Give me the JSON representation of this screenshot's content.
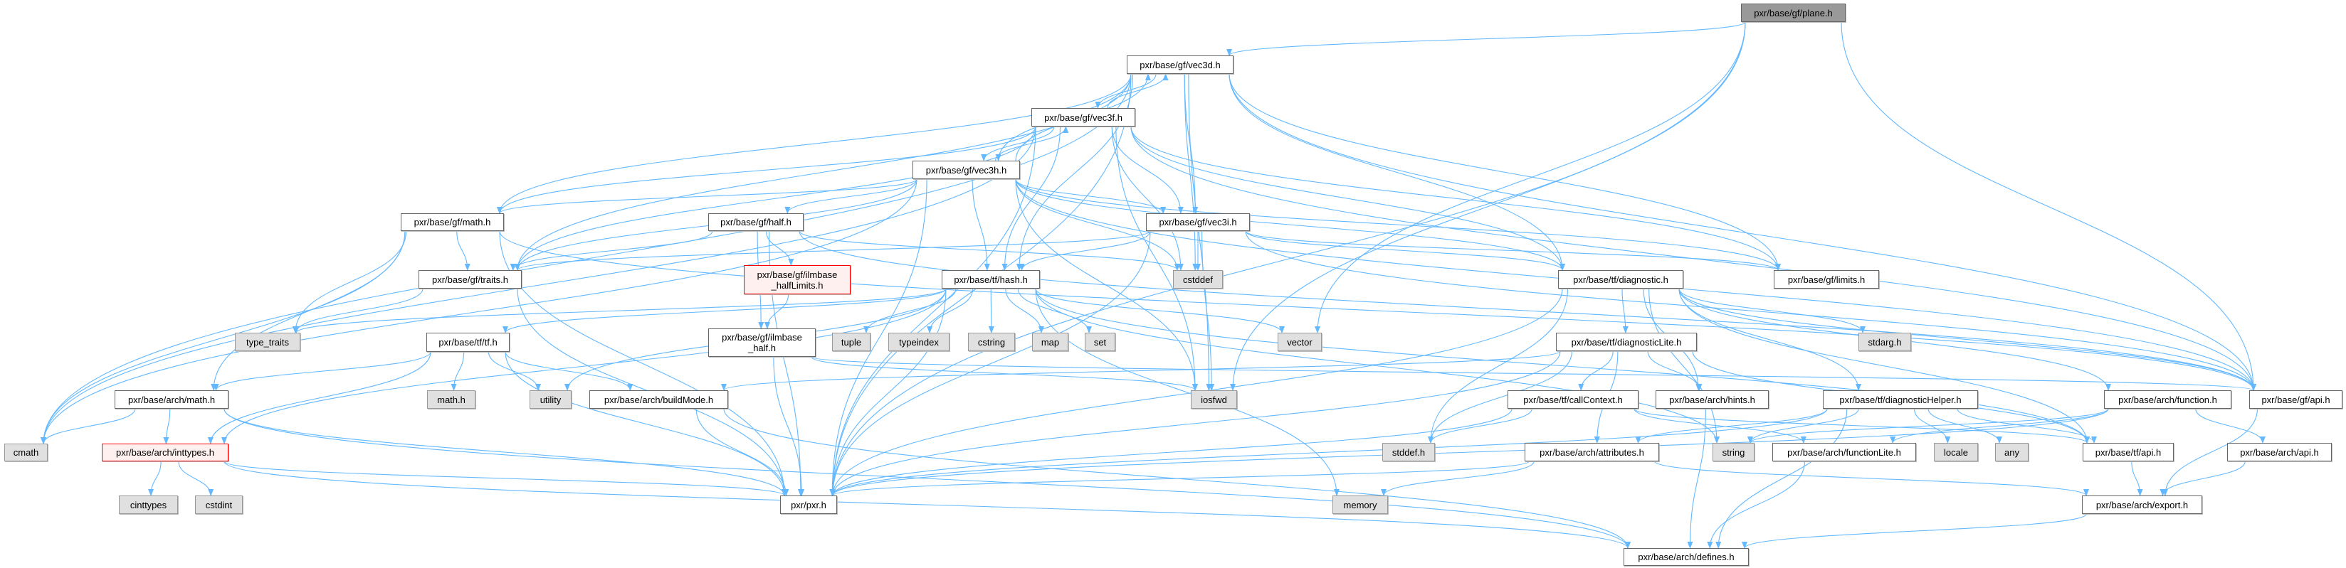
{
  "title": "pxr/base/gf/plane.h include dependency graph",
  "edge_color": "#63b8ff",
  "nodes": {
    "plane": {
      "label": "pxr/base/gf/plane.h",
      "kind": "root"
    },
    "vec3d": {
      "label": "pxr/base/gf/vec3d.h",
      "kind": "normal"
    },
    "vec3f": {
      "label": "pxr/base/gf/vec3f.h",
      "kind": "normal"
    },
    "vec3h": {
      "label": "pxr/base/gf/vec3h.h",
      "kind": "normal"
    },
    "gfmath": {
      "label": "pxr/base/gf/math.h",
      "kind": "normal"
    },
    "half": {
      "label": "pxr/base/gf/half.h",
      "kind": "normal"
    },
    "vec3i": {
      "label": "pxr/base/gf/vec3i.h",
      "kind": "normal"
    },
    "traits": {
      "label": "pxr/base/gf/traits.h",
      "kind": "normal"
    },
    "halflimits": {
      "label": "pxr/base/gf/ilmbase\n_halfLimits.h",
      "kind": "red"
    },
    "hash": {
      "label": "pxr/base/tf/hash.h",
      "kind": "normal"
    },
    "cstddef": {
      "label": "cstddef",
      "kind": "ext"
    },
    "diagnostic": {
      "label": "pxr/base/tf/diagnostic.h",
      "kind": "normal"
    },
    "limits": {
      "label": "pxr/base/gf/limits.h",
      "kind": "normal"
    },
    "type_traits": {
      "label": "type_traits",
      "kind": "ext"
    },
    "tfh": {
      "label": "pxr/base/tf/tf.h",
      "kind": "normal"
    },
    "ilmhalf": {
      "label": "pxr/base/gf/ilmbase\n_half.h",
      "kind": "normal"
    },
    "tuple": {
      "label": "tuple",
      "kind": "ext"
    },
    "typeindex": {
      "label": "typeindex",
      "kind": "ext"
    },
    "cstring": {
      "label": "cstring",
      "kind": "ext"
    },
    "map": {
      "label": "map",
      "kind": "ext"
    },
    "set": {
      "label": "set",
      "kind": "ext"
    },
    "vector": {
      "label": "vector",
      "kind": "ext"
    },
    "diaglite": {
      "label": "pxr/base/tf/diagnosticLite.h",
      "kind": "normal"
    },
    "stdarg": {
      "label": "stdarg.h",
      "kind": "ext"
    },
    "archmath": {
      "label": "pxr/base/arch/math.h",
      "kind": "normal"
    },
    "mathh": {
      "label": "math.h",
      "kind": "ext"
    },
    "utility": {
      "label": "utility",
      "kind": "ext"
    },
    "buildmode": {
      "label": "pxr/base/arch/buildMode.h",
      "kind": "normal"
    },
    "iosfwd": {
      "label": "iosfwd",
      "kind": "ext"
    },
    "callcontext": {
      "label": "pxr/base/tf/callContext.h",
      "kind": "normal"
    },
    "hints": {
      "label": "pxr/base/arch/hints.h",
      "kind": "normal"
    },
    "diaghelper": {
      "label": "pxr/base/tf/diagnosticHelper.h",
      "kind": "normal"
    },
    "function": {
      "label": "pxr/base/arch/function.h",
      "kind": "normal"
    },
    "gfapi": {
      "label": "pxr/base/gf/api.h",
      "kind": "normal"
    },
    "cmath": {
      "label": "cmath",
      "kind": "ext"
    },
    "inttypes": {
      "label": "pxr/base/arch/inttypes.h",
      "kind": "red"
    },
    "stddef": {
      "label": "stddef.h",
      "kind": "ext"
    },
    "attributes": {
      "label": "pxr/base/arch/attributes.h",
      "kind": "normal"
    },
    "string": {
      "label": "string",
      "kind": "ext"
    },
    "functionlite": {
      "label": "pxr/base/arch/functionLite.h",
      "kind": "normal"
    },
    "locale": {
      "label": "locale",
      "kind": "ext"
    },
    "any": {
      "label": "any",
      "kind": "ext"
    },
    "tfapi": {
      "label": "pxr/base/tf/api.h",
      "kind": "normal"
    },
    "archapi": {
      "label": "pxr/base/arch/api.h",
      "kind": "normal"
    },
    "cinttypes": {
      "label": "cinttypes",
      "kind": "ext"
    },
    "cstdint": {
      "label": "cstdint",
      "kind": "ext"
    },
    "pxr": {
      "label": "pxr/pxr.h",
      "kind": "normal"
    },
    "memory": {
      "label": "memory",
      "kind": "ext"
    },
    "export": {
      "label": "pxr/base/arch/export.h",
      "kind": "normal"
    },
    "defines": {
      "label": "pxr/base/arch/defines.h",
      "kind": "normal"
    }
  },
  "edges": [
    [
      "plane",
      "vec3d"
    ],
    [
      "plane",
      "pxr"
    ],
    [
      "plane",
      "iosfwd"
    ],
    [
      "plane",
      "vector"
    ],
    [
      "plane",
      "gfapi"
    ],
    [
      "vec3d",
      "vec3f"
    ],
    [
      "vec3d",
      "vec3h"
    ],
    [
      "vec3d",
      "vec3i"
    ],
    [
      "vec3d",
      "diagnostic"
    ],
    [
      "vec3d",
      "hash"
    ],
    [
      "vec3d",
      "gfmath"
    ],
    [
      "vec3d",
      "traits"
    ],
    [
      "vec3d",
      "limits"
    ],
    [
      "vec3d",
      "gfapi"
    ],
    [
      "vec3d",
      "pxr"
    ],
    [
      "vec3d",
      "cmath"
    ],
    [
      "vec3d",
      "cstddef"
    ],
    [
      "vec3d",
      "iosfwd"
    ],
    [
      "vec3f",
      "vec3d"
    ],
    [
      "vec3f",
      "vec3h"
    ],
    [
      "vec3f",
      "vec3i"
    ],
    [
      "vec3f",
      "diagnostic"
    ],
    [
      "vec3f",
      "hash"
    ],
    [
      "vec3f",
      "gfmath"
    ],
    [
      "vec3f",
      "traits"
    ],
    [
      "vec3f",
      "limits"
    ],
    [
      "vec3f",
      "gfapi"
    ],
    [
      "vec3f",
      "pxr"
    ],
    [
      "vec3f",
      "cmath"
    ],
    [
      "vec3f",
      "cstddef"
    ],
    [
      "vec3f",
      "iosfwd"
    ],
    [
      "vec3h",
      "vec3d"
    ],
    [
      "vec3h",
      "vec3f"
    ],
    [
      "vec3h",
      "vec3i"
    ],
    [
      "vec3h",
      "half"
    ],
    [
      "vec3h",
      "diagnostic"
    ],
    [
      "vec3h",
      "hash"
    ],
    [
      "vec3h",
      "gfmath"
    ],
    [
      "vec3h",
      "traits"
    ],
    [
      "vec3h",
      "limits"
    ],
    [
      "vec3h",
      "gfapi"
    ],
    [
      "vec3h",
      "pxr"
    ],
    [
      "vec3h",
      "cmath"
    ],
    [
      "vec3h",
      "cstddef"
    ],
    [
      "vec3h",
      "iosfwd"
    ],
    [
      "vec3i",
      "diagnostic"
    ],
    [
      "vec3i",
      "hash"
    ],
    [
      "vec3i",
      "traits"
    ],
    [
      "vec3i",
      "limits"
    ],
    [
      "vec3i",
      "gfapi"
    ],
    [
      "vec3i",
      "pxr"
    ],
    [
      "vec3i",
      "cstddef"
    ],
    [
      "vec3i",
      "iosfwd"
    ],
    [
      "gfmath",
      "archmath"
    ],
    [
      "gfmath",
      "traits"
    ],
    [
      "gfmath",
      "type_traits"
    ],
    [
      "gfmath",
      "gfapi"
    ],
    [
      "gfmath",
      "pxr"
    ],
    [
      "gfmath",
      "cmath"
    ],
    [
      "half",
      "halflimits"
    ],
    [
      "half",
      "ilmhalf"
    ],
    [
      "half",
      "traits"
    ],
    [
      "half",
      "pxr"
    ],
    [
      "half",
      "cstddef"
    ],
    [
      "half",
      "gfapi"
    ],
    [
      "halflimits",
      "ilmhalf"
    ],
    [
      "ilmhalf",
      "pxr"
    ],
    [
      "ilmhalf",
      "iosfwd"
    ],
    [
      "ilmhalf",
      "gfapi"
    ],
    [
      "traits",
      "type_traits"
    ],
    [
      "traits",
      "pxr"
    ],
    [
      "hash",
      "pxr"
    ],
    [
      "hash",
      "tfapi"
    ],
    [
      "hash",
      "tfh"
    ],
    [
      "hash",
      "inttypes"
    ],
    [
      "hash",
      "memory"
    ],
    [
      "hash",
      "cstring"
    ],
    [
      "hash",
      "map"
    ],
    [
      "hash",
      "set"
    ],
    [
      "hash",
      "string"
    ],
    [
      "hash",
      "tuple"
    ],
    [
      "hash",
      "type_traits"
    ],
    [
      "hash",
      "typeindex"
    ],
    [
      "hash",
      "utility"
    ],
    [
      "hash",
      "vector"
    ],
    [
      "tfh",
      "pxr"
    ],
    [
      "tfh",
      "buildmode"
    ],
    [
      "tfh",
      "archmath"
    ],
    [
      "tfh",
      "inttypes"
    ],
    [
      "tfh",
      "mathh"
    ],
    [
      "tfh",
      "utility"
    ],
    [
      "archmath",
      "defines"
    ],
    [
      "archmath",
      "inttypes"
    ],
    [
      "archmath",
      "pxr"
    ],
    [
      "archmath",
      "cmath"
    ],
    [
      "inttypes",
      "defines"
    ],
    [
      "inttypes",
      "pxr"
    ],
    [
      "inttypes",
      "cinttypes"
    ],
    [
      "inttypes",
      "cstdint"
    ],
    [
      "buildmode",
      "defines"
    ],
    [
      "buildmode",
      "pxr"
    ],
    [
      "diagnostic",
      "pxr"
    ],
    [
      "diagnostic",
      "tfapi"
    ],
    [
      "diagnostic",
      "diaglite"
    ],
    [
      "diagnostic",
      "diaghelper"
    ],
    [
      "diagnostic",
      "function"
    ],
    [
      "diagnostic",
      "hints"
    ],
    [
      "diagnostic",
      "stddef"
    ],
    [
      "diagnostic",
      "stdarg"
    ],
    [
      "diagnostic",
      "string"
    ],
    [
      "diagnostic",
      "gfapi"
    ],
    [
      "diaglite",
      "pxr"
    ],
    [
      "diaglite",
      "tfapi"
    ],
    [
      "diaglite",
      "callcontext"
    ],
    [
      "diaglite",
      "buildmode"
    ],
    [
      "diaglite",
      "hints"
    ],
    [
      "diaglite",
      "attributes"
    ],
    [
      "diaglite",
      "stddef"
    ],
    [
      "callcontext",
      "pxr"
    ],
    [
      "callcontext",
      "tfapi"
    ],
    [
      "callcontext",
      "functionlite"
    ],
    [
      "callcontext",
      "stddef"
    ],
    [
      "hints",
      "defines"
    ],
    [
      "diaghelper",
      "pxr"
    ],
    [
      "diaghelper",
      "tfapi"
    ],
    [
      "diaghelper",
      "defines"
    ],
    [
      "diaghelper",
      "string"
    ],
    [
      "diaghelper",
      "locale"
    ],
    [
      "diaghelper",
      "any"
    ],
    [
      "diaghelper",
      "attributes"
    ],
    [
      "function",
      "archapi"
    ],
    [
      "function",
      "functionlite"
    ],
    [
      "function",
      "string"
    ],
    [
      "function",
      "pxr"
    ],
    [
      "attributes",
      "export"
    ],
    [
      "attributes",
      "pxr"
    ],
    [
      "attributes",
      "memory"
    ],
    [
      "functionlite",
      "defines"
    ],
    [
      "tfapi",
      "export"
    ],
    [
      "archapi",
      "export"
    ],
    [
      "gfapi",
      "export"
    ],
    [
      "export",
      "defines"
    ]
  ]
}
